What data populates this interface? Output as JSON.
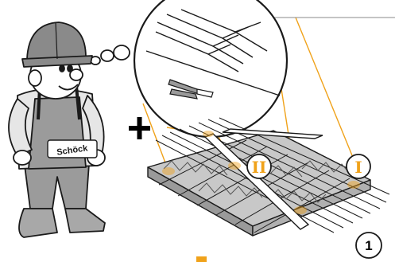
{
  "brand_label": "Schöck",
  "markers": {
    "left": "II",
    "right": "I"
  },
  "step_number": "1",
  "colors": {
    "accent": "#f0a21a",
    "outline": "#1a1a1a",
    "helmet": "#8a8a8a",
    "overall": "#9b9b9b",
    "slab": "#c8c8c8"
  }
}
